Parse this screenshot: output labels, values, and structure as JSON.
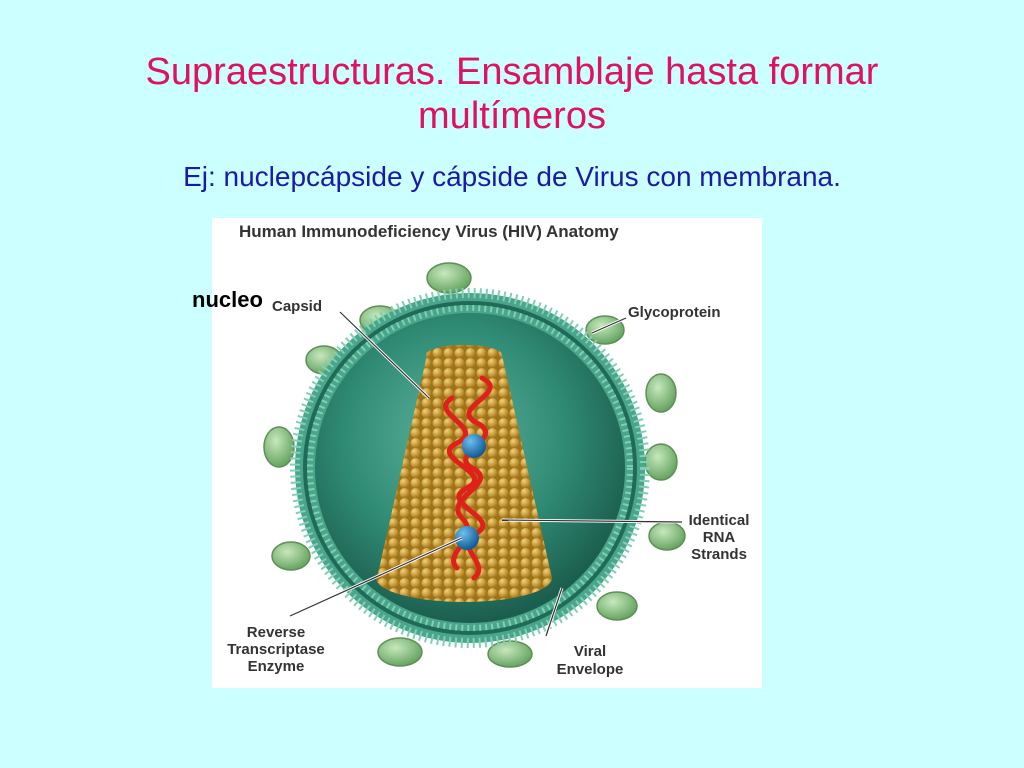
{
  "slide": {
    "title_line1": "Supraestructuras. Ensamblaje hasta formar",
    "title_line2": "multímeros",
    "subtitle": "Ej: nuclepcápside y cápside de Virus con membrana.",
    "overlay_label": "nucleo"
  },
  "figure": {
    "heading": "Human Immunodeficiency Virus (HIV) Anatomy",
    "labels": {
      "capsid": "Capsid",
      "glycoprotein": "Glycoprotein",
      "rna_line1": "Identical",
      "rna_line2": "RNA",
      "rna_line3": "Strands",
      "rt_line1": "Reverse",
      "rt_line2": "Transcriptase",
      "rt_line3": "Enzyme",
      "env_line1": "Viral",
      "env_line2": "Envelope"
    },
    "colors": {
      "title": "#e0115f",
      "subtitle": "#1a1aa6",
      "background": "#ccffff",
      "envelope": "#2f8f78",
      "glycoprotein": "#8fc78a",
      "capsid": "#d6a531",
      "rna": "#e0201a",
      "enzyme": "#2a7fc4"
    }
  }
}
